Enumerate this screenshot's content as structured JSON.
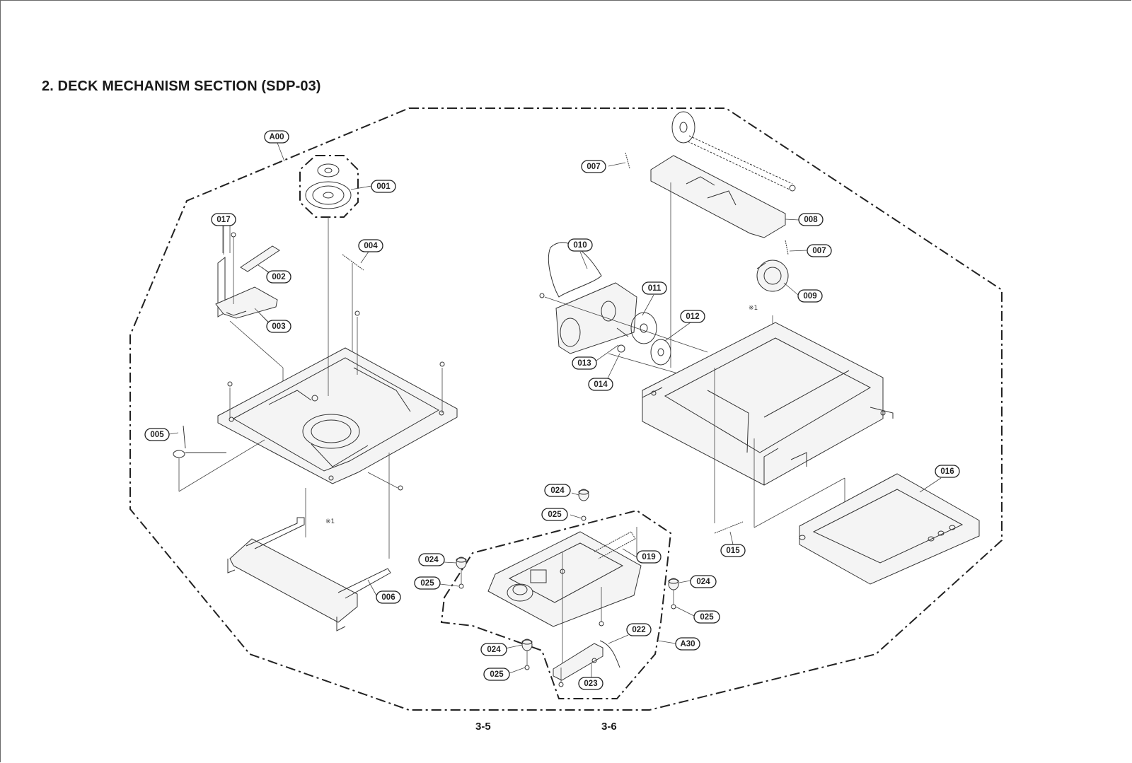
{
  "title": "2. DECK MECHANISM SECTION (SDP-03)",
  "page_left": "3-5",
  "page_right": "3-6",
  "mark": "※1",
  "labels": {
    "a00": "A00",
    "p001": "001",
    "p002": "002",
    "p003": "003",
    "p004": "004",
    "p005": "005",
    "p006": "006",
    "p007a": "007",
    "p007b": "007",
    "p008": "008",
    "p009": "009",
    "p010": "010",
    "p011": "011",
    "p012": "012",
    "p013": "013",
    "p014": "014",
    "p015": "015",
    "p016": "016",
    "p017": "017",
    "p019": "019",
    "p022": "022",
    "p023": "023",
    "p024a": "024",
    "p024b": "024",
    "p024c": "024",
    "p024d": "024",
    "p025a": "025",
    "p025b": "025",
    "p025c": "025",
    "p025d": "025",
    "a30": "A30"
  }
}
